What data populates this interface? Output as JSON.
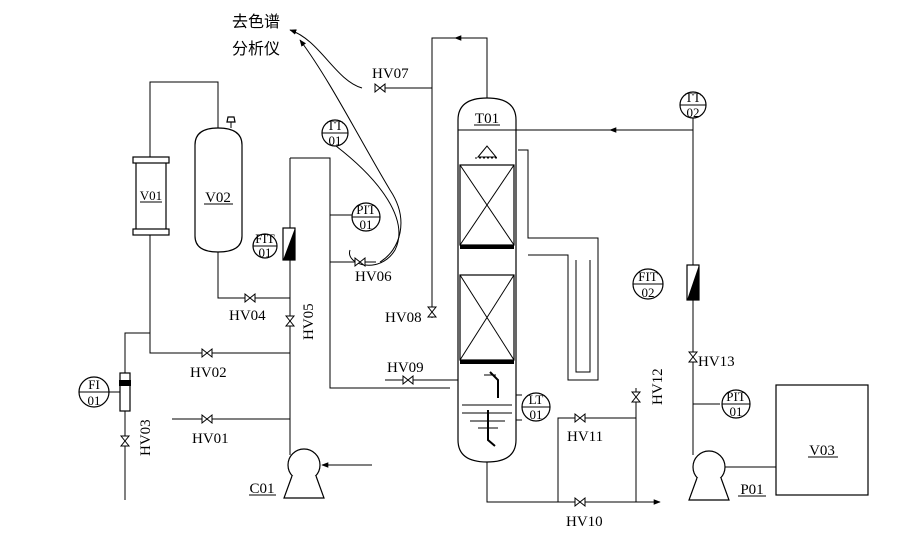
{
  "labels": {
    "analyzer_line1": "去色谱",
    "analyzer_line2": "分析仪",
    "V01": "V01",
    "V02": "V02",
    "V03": "V03",
    "T01": "T01",
    "C01": "C01",
    "P01": "P01",
    "HV01": "HV01",
    "HV02": "HV02",
    "HV03": "HV03",
    "HV04": "HV04",
    "HV05": "HV05",
    "HV06": "HV06",
    "HV07": "HV07",
    "HV08": "HV08",
    "HV09": "HV09",
    "HV10": "HV10",
    "HV11": "HV11",
    "HV12": "HV12",
    "HV13": "HV13"
  },
  "instruments": {
    "TT01": {
      "tag": "TT",
      "num": "01"
    },
    "TT02": {
      "tag": "TT",
      "num": "02"
    },
    "PIT01a": {
      "tag": "PIT",
      "num": "01"
    },
    "PIT01b": {
      "tag": "PIT",
      "num": "01"
    },
    "FIT01": {
      "tag": "FIT",
      "num": "01"
    },
    "FIT02": {
      "tag": "FIT",
      "num": "02"
    },
    "FI01": {
      "tag": "FI",
      "num": "01"
    },
    "LT01": {
      "tag": "LT",
      "num": "01"
    }
  }
}
